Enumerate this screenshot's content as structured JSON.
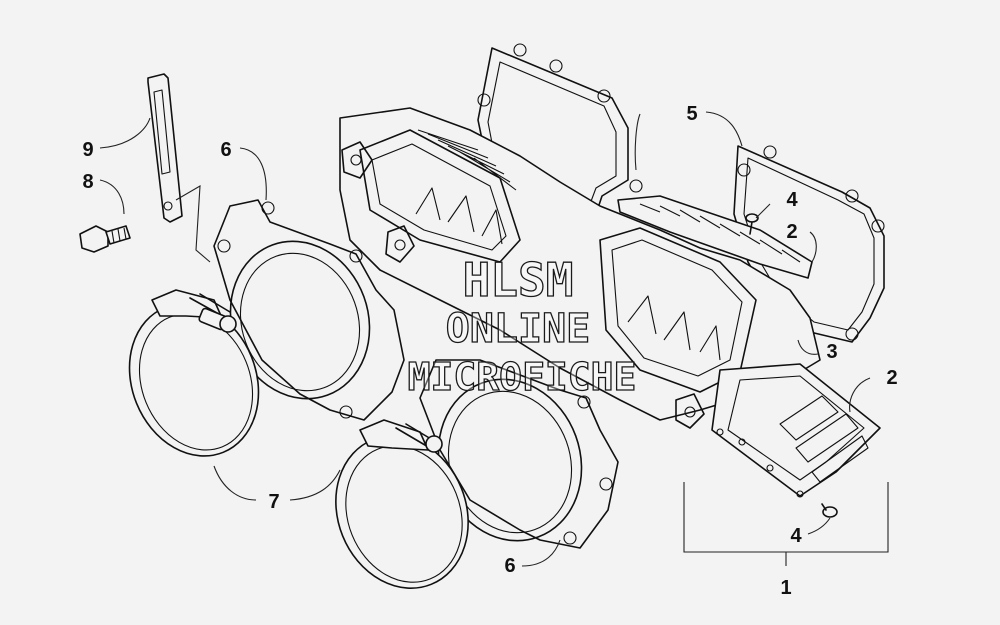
{
  "callouts": {
    "c1": "1",
    "c2a": "2",
    "c2b": "2",
    "c3": "3",
    "c4a": "4",
    "c4b": "4",
    "c5": "5",
    "c6a": "6",
    "c6b": "6",
    "c7": "7",
    "c8": "8",
    "c9": "9"
  },
  "watermark": {
    "line1": "HLSM",
    "line2": "ONLINE",
    "line3": "MICROFICHE"
  }
}
